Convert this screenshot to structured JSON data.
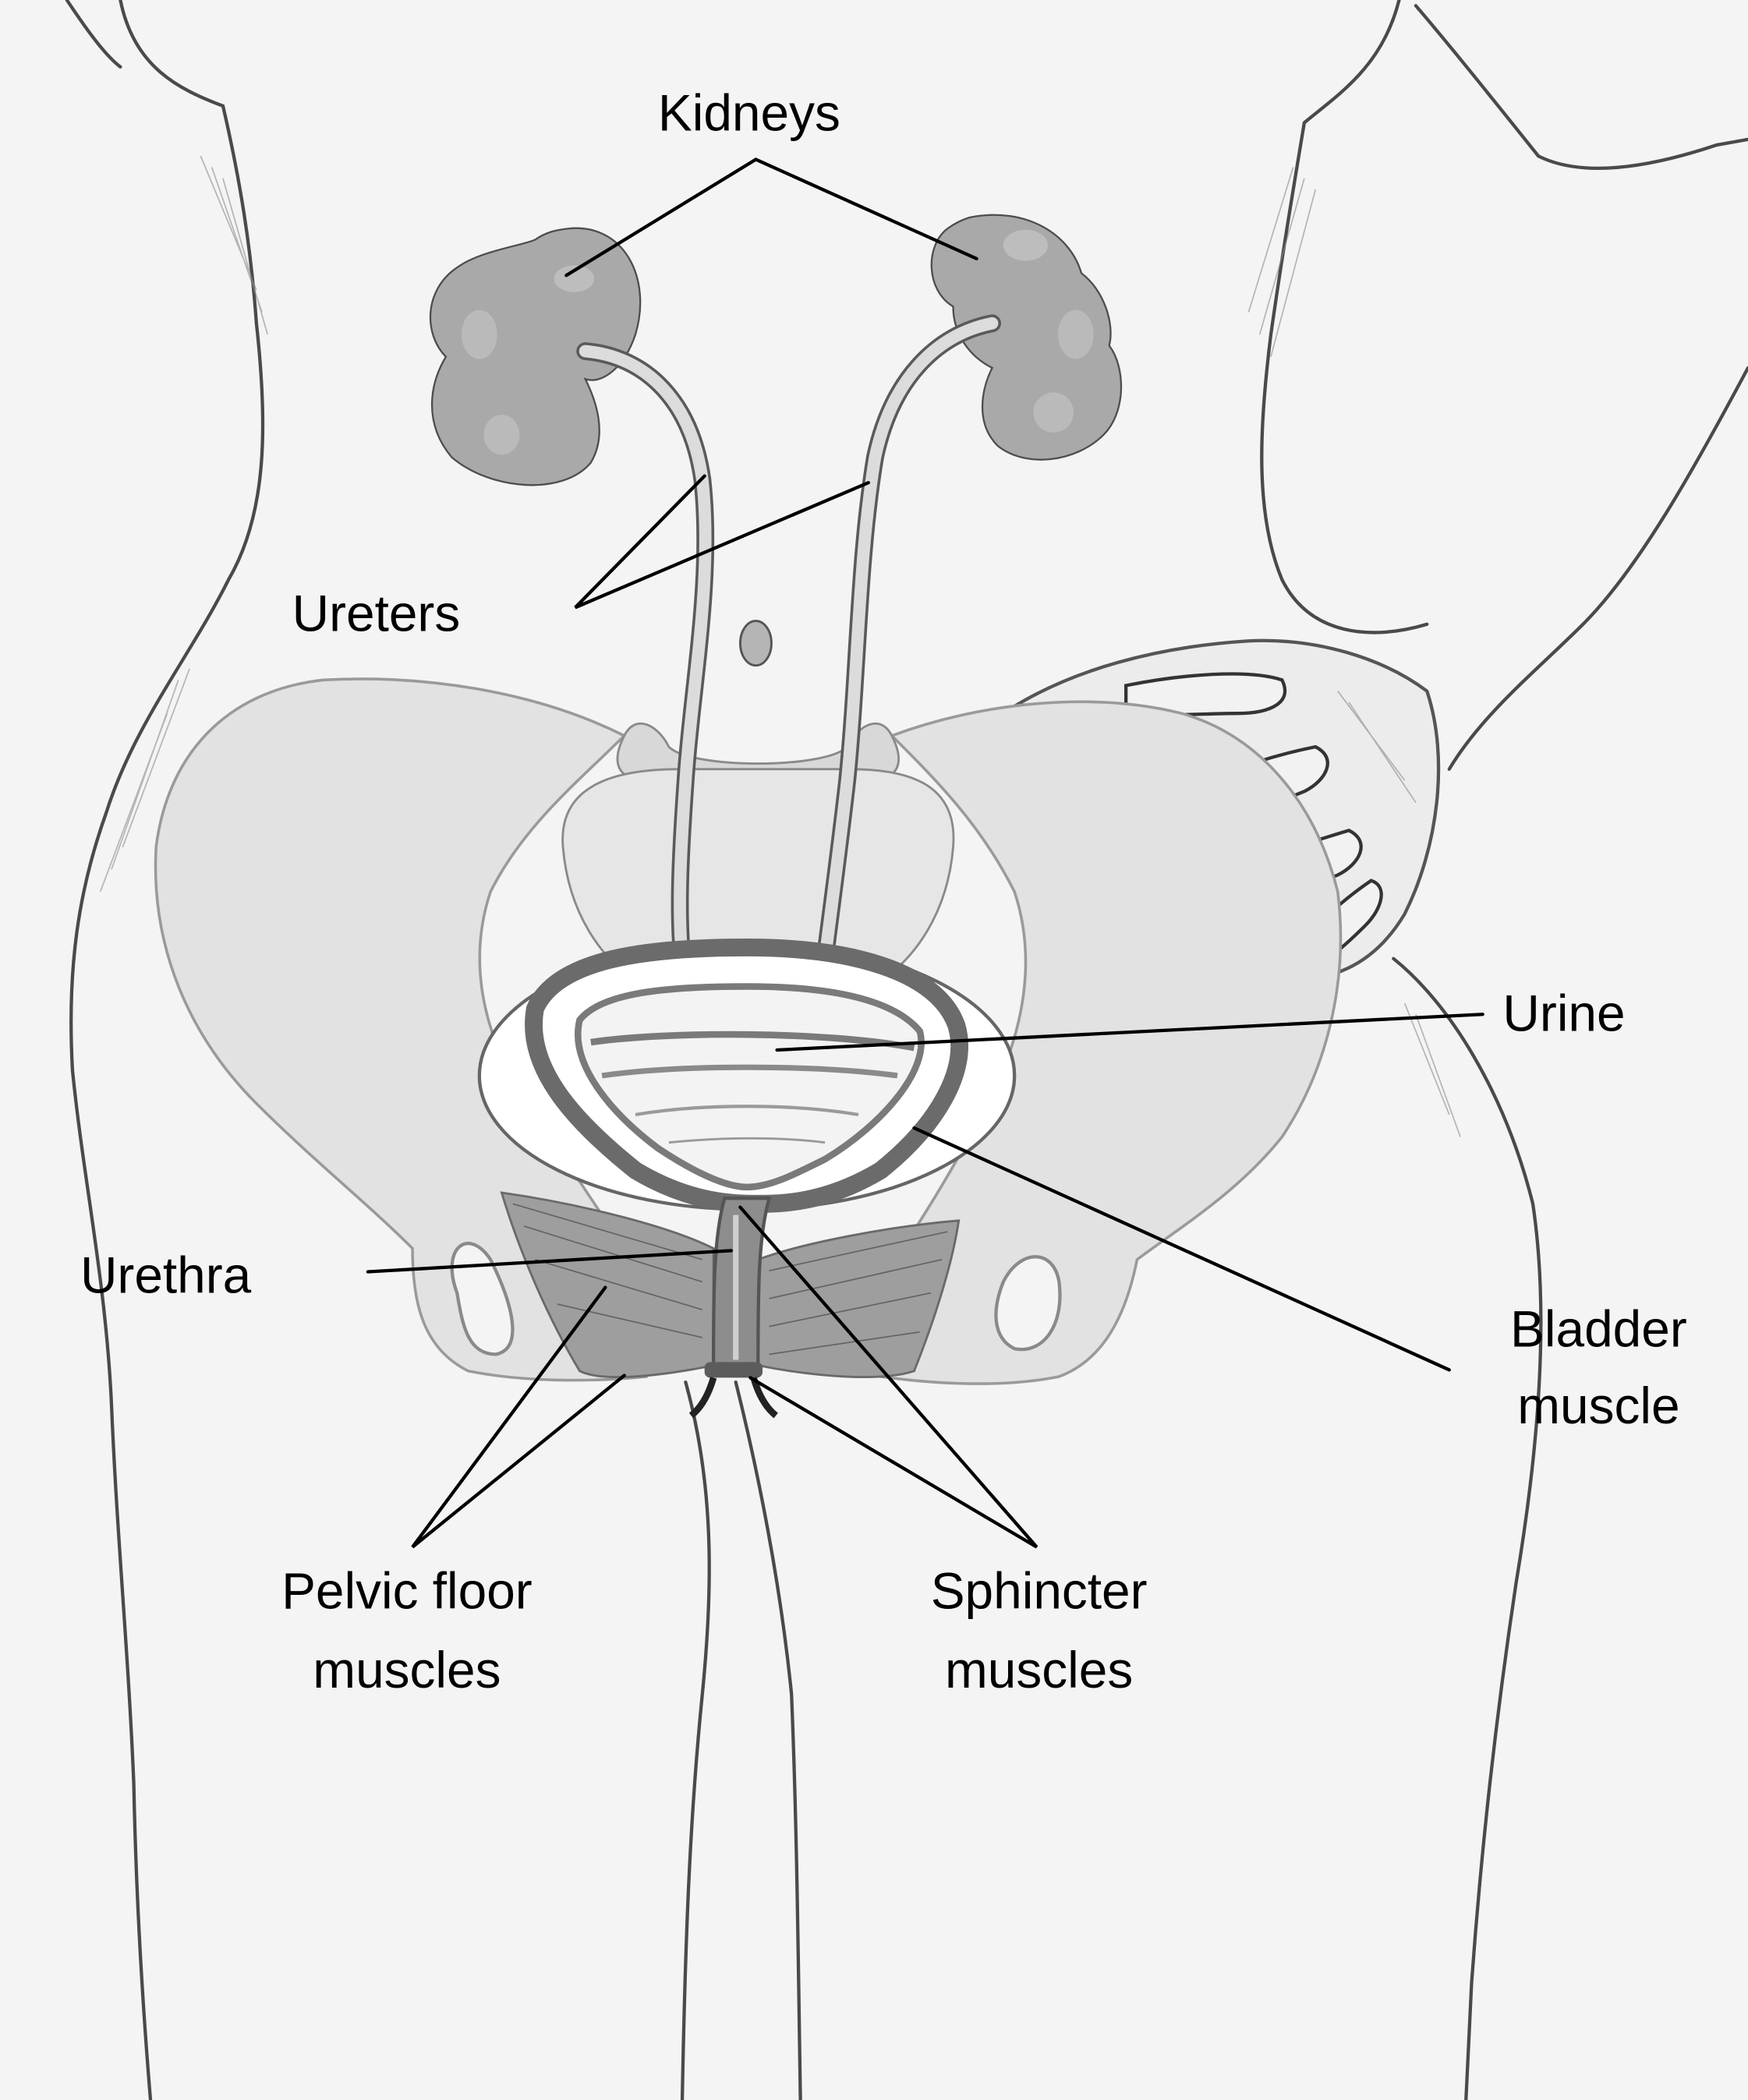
{
  "figure": {
    "type": "anatomical illustration",
    "subject": "Female urinary tract, front view",
    "background_color": "#f4f4f4",
    "line_color": "#000000"
  },
  "labels": {
    "kidneys": "Kidneys",
    "ureters": "Ureters",
    "urine": "Urine",
    "bladder_muscle_line1": "Bladder",
    "bladder_muscle_line2": "muscle",
    "urethra": "Urethra",
    "pelvic_floor_line1": "Pelvic floor",
    "pelvic_floor_line2": "muscles",
    "sphincter_line1": "Sphincter",
    "sphincter_line2": "muscles"
  },
  "structures": [
    "torso-outline",
    "right-hand-on-hip",
    "navel",
    "pelvic-bone",
    "left-kidney",
    "right-kidney",
    "left-ureter",
    "right-ureter",
    "bladder",
    "urethra",
    "pelvic-floor-muscles",
    "sphincter-muscles"
  ]
}
